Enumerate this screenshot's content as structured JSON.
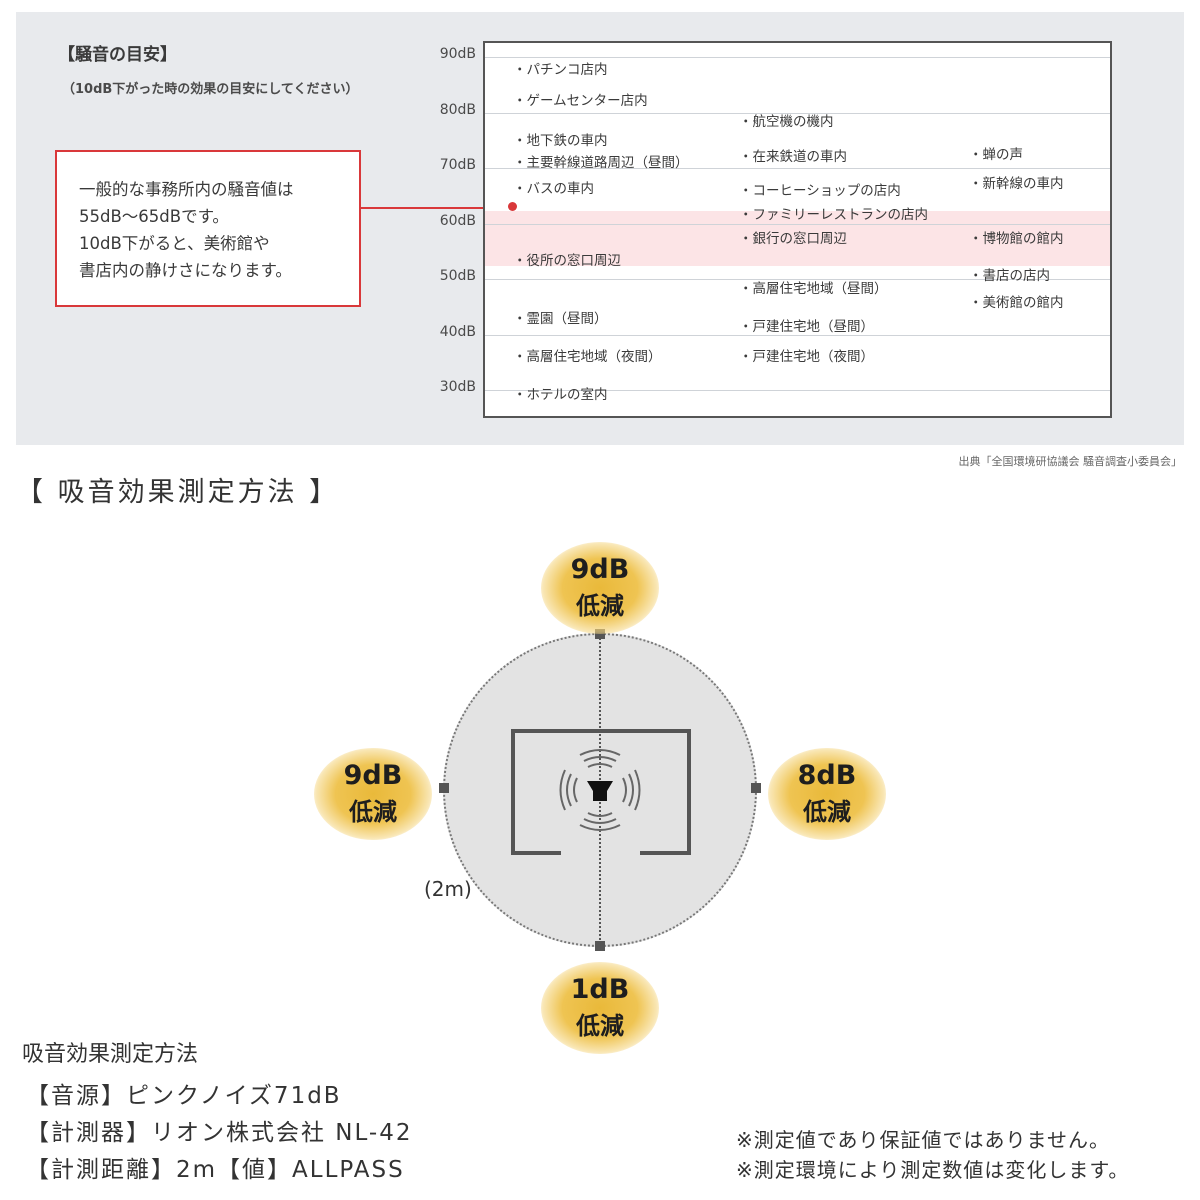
{
  "noise_guide": {
    "title": "【騒音の目安】",
    "subtitle": "（10dB下がった時の効果の目安にしてください）",
    "callout": {
      "lines": [
        "一般的な事務所内の騒音値は",
        "55dB～65dBです。",
        "10dB下がると、美術館や",
        "書店内の静けさになります。"
      ],
      "highlight_range_db": [
        55,
        65
      ],
      "border_color": "#d9383a",
      "highlight_color": "#fce4e6"
    },
    "source": "出典「全国環境研協議会 騒音調査小委員会」"
  },
  "chart_data": {
    "type": "table",
    "title": "【騒音の目安】",
    "subtitle": "（10dB下がった時の効果の目安にしてください）",
    "ylabel": "dB",
    "y_ticks": [
      "90dB",
      "80dB",
      "70dB",
      "60dB",
      "50dB",
      "40dB",
      "30dB"
    ],
    "ylim": [
      30,
      90
    ],
    "highlight_band": {
      "from": 55,
      "to": 65,
      "label": "一般的な事務所内の騒音値"
    },
    "columns": [
      {
        "items": [
          {
            "label": "・パチンコ店内",
            "db": 88
          },
          {
            "label": "・ゲームセンター店内",
            "db": 83
          },
          {
            "label": "・地下鉄の車内",
            "db": 75
          },
          {
            "label": "・主要幹線道路周辺（昼間）",
            "db": 72
          },
          {
            "label": "・バスの車内",
            "db": 67
          },
          {
            "label": "・役所の窓口周辺",
            "db": 54
          },
          {
            "label": "・霊園（昼間）",
            "db": 43
          },
          {
            "label": "・高層住宅地域（夜間）",
            "db": 37
          },
          {
            "label": "・ホテルの室内",
            "db": 30
          }
        ]
      },
      {
        "items": [
          {
            "label": "・航空機の機内",
            "db": 79
          },
          {
            "label": "・在来鉄道の車内",
            "db": 73
          },
          {
            "label": "・コーヒーショップの店内",
            "db": 66
          },
          {
            "label": "・ファミリーレストランの店内",
            "db": 62
          },
          {
            "label": "・銀行の窓口周辺",
            "db": 58
          },
          {
            "label": "・高層住宅地域（昼間）",
            "db": 49
          },
          {
            "label": "・戸建住宅地（昼間）",
            "db": 43
          },
          {
            "label": "・戸建住宅地（夜間）",
            "db": 37
          }
        ]
      },
      {
        "items": [
          {
            "label": "・蝉の声",
            "db": 73
          },
          {
            "label": "・新幹線の車内",
            "db": 67
          },
          {
            "label": "・博物館の館内",
            "db": 58
          },
          {
            "label": "・書店の店内",
            "db": 51
          },
          {
            "label": "・美術館の館内",
            "db": 47
          }
        ]
      }
    ]
  },
  "method": {
    "heading": "【 吸音効果測定方法 】",
    "reductions": {
      "top": {
        "value": "9dB",
        "label": "低減"
      },
      "left": {
        "value": "9dB",
        "label": "低減"
      },
      "right": {
        "value": "8dB",
        "label": "低減"
      },
      "bottom": {
        "value": "1dB",
        "label": "低減"
      }
    },
    "distance_label": "(2m)",
    "icons": {
      "source": "speaker-icon",
      "glow_color": "#e9b93a"
    }
  },
  "specs": {
    "title": "吸音効果測定方法",
    "lines": [
      "【音源】ピンクノイズ71dB",
      "【計測器】リオン株式会社 NL-42",
      "【計測距離】2m【値】ALLPASS"
    ]
  },
  "notes": [
    "※測定値であり保証値ではありません。",
    "※測定環境により測定数値は変化します。"
  ]
}
